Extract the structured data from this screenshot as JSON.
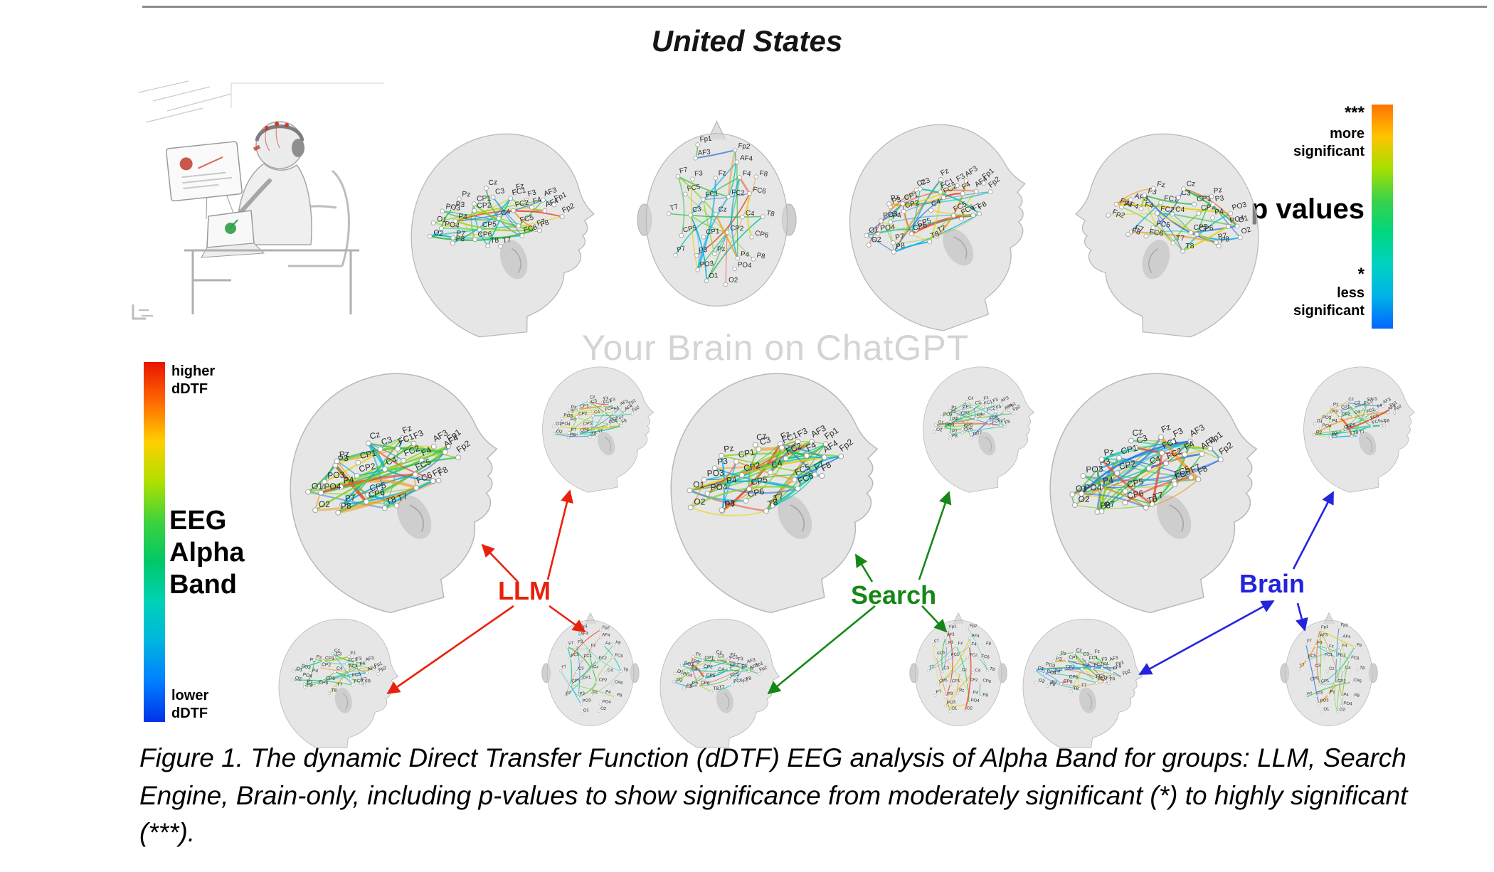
{
  "title": "United States",
  "watermark": "Your Brain on ChatGPT",
  "p_legend": {
    "stars_more": "***",
    "more_label": "more\nsignificant",
    "title": "p values",
    "stars_less": "*",
    "less_label": "less\nsignificant",
    "gradient": [
      "#ff7300",
      "#ffc400",
      "#a6e000",
      "#39d24b",
      "#00d77e",
      "#00d2c2",
      "#00b2e8",
      "#0066ff"
    ]
  },
  "ddtf_legend": {
    "top_label": "higher\ndDTF",
    "band_label": "EEG\nAlpha\nBand",
    "bottom_label": "lower\ndDTF",
    "gradient": [
      "#e81400",
      "#ff6a00",
      "#ffd000",
      "#aee000",
      "#3ed23d",
      "#00c868",
      "#00d2b6",
      "#00b4e0",
      "#007eff",
      "#0032e8"
    ]
  },
  "groups": [
    {
      "id": "llm",
      "label": "LLM",
      "color": "#e8210c"
    },
    {
      "id": "search",
      "label": "Search",
      "color": "#168716"
    },
    {
      "id": "brain",
      "label": "Brain",
      "color": "#2424dd"
    }
  ],
  "electrodes": [
    "Fp1",
    "Fp2",
    "AF3",
    "AF4",
    "F7",
    "F3",
    "Fz",
    "F4",
    "F8",
    "FC5",
    "FC1",
    "FC2",
    "FC6",
    "T7",
    "C3",
    "Cz",
    "C4",
    "T8",
    "CP5",
    "CP1",
    "CP2",
    "CP6",
    "P7",
    "P3",
    "Pz",
    "P4",
    "P8",
    "PO3",
    "PO4",
    "O1",
    "O2"
  ],
  "link_palette": [
    {
      "c": "#2f6fe0",
      "w": 0.1
    },
    {
      "c": "#00aee8",
      "w": 0.14
    },
    {
      "c": "#00c9a6",
      "w": 0.12
    },
    {
      "c": "#33bf3f",
      "w": 0.2
    },
    {
      "c": "#84d41e",
      "w": 0.14
    },
    {
      "c": "#e3d400",
      "w": 0.1
    },
    {
      "c": "#f09a1a",
      "w": 0.12
    },
    {
      "c": "#e84a2a",
      "w": 0.08
    }
  ],
  "caption": "Figure 1. The dynamic Direct Transfer Function (dDTF) EEG analysis of Alpha Band for groups: LLM, Search Engine, Brain-only, including p-values to show significance from moderately significant (*) to highly significant (***)."
}
